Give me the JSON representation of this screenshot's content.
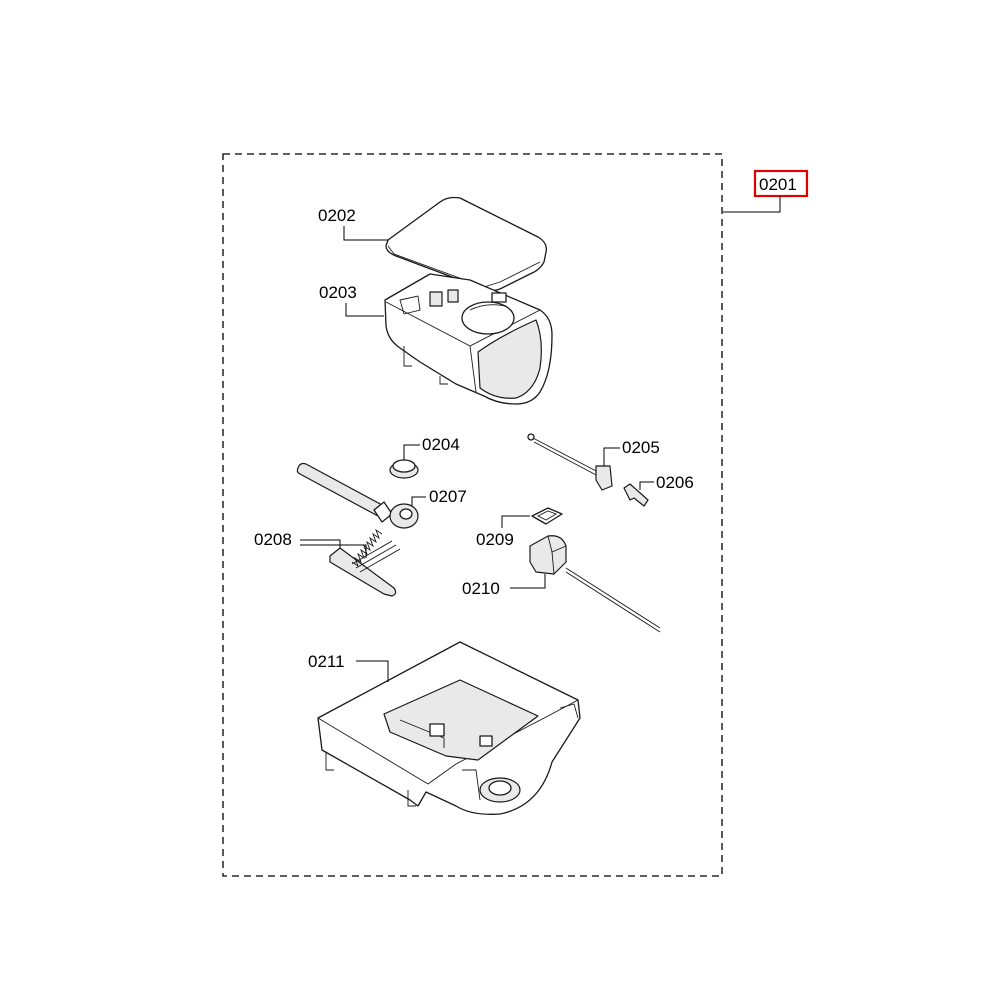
{
  "callouts": {
    "c0201": "0201",
    "c0202": "0202",
    "c0203": "0203",
    "c0204": "0204",
    "c0205": "0205",
    "c0206": "0206",
    "c0207": "0207",
    "c0208": "0208",
    "c0209": "0209",
    "c0210": "0210",
    "c0211": "0211"
  },
  "colors": {
    "highlight": "#e00000",
    "line": "#000000"
  }
}
